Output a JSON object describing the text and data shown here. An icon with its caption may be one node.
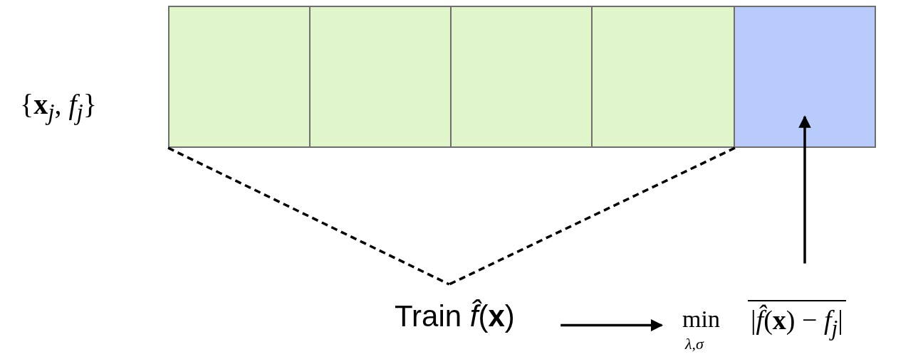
{
  "diagram": {
    "nodes": [
      {
        "text": [],
        "shape": "box"
      },
      {
        "text": [],
        "shape": "box"
      },
      {
        "text": [],
        "shape": "box"
      },
      {
        "text": [],
        "shape": "box"
      },
      {
        "text": [],
        "shape": "box"
      },
      {
        "text": [
          "Train *f̂*(**x**)"
        ]
      },
      {
        "text": [
          "min",
          "λ,σ",
          "|*f̂*(**x**) − *f*$_{j}$|"
        ]
      }
    ],
    "edges": [
      {
        "from": 0,
        "to": 5,
        "arrow": "none",
        "style": "dashed"
      },
      {
        "from": 3,
        "to": 5,
        "arrow": "none",
        "style": "dashed"
      },
      {
        "from": 5,
        "to": 6,
        "arrow": "to"
      },
      {
        "from": 6,
        "to": 4,
        "arrow": "to"
      }
    ],
    "labels": [
      "{**x**$_{j}$, *f*$_{j}$}"
    ]
  }
}
